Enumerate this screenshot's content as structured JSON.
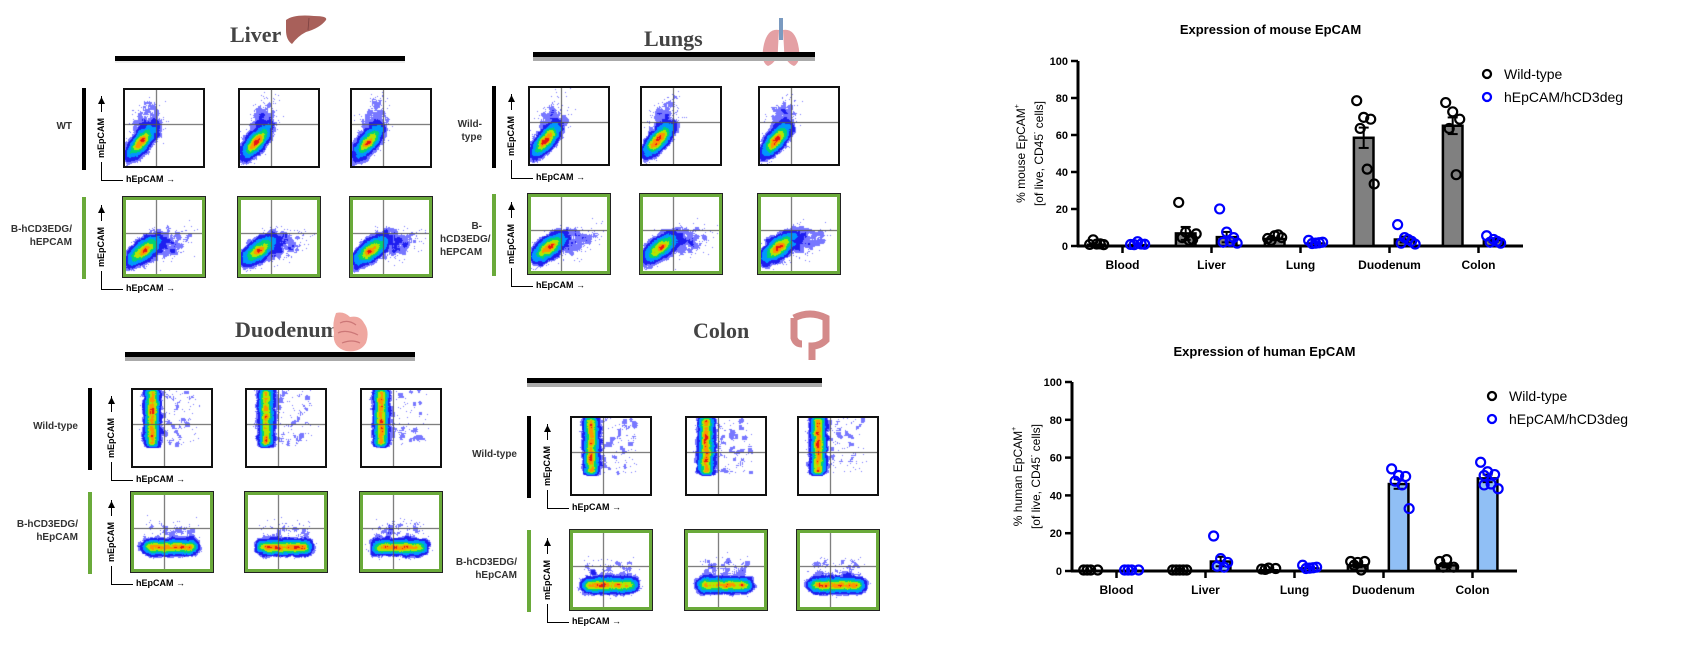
{
  "flow_panels": [
    {
      "organ": "Liver",
      "row_labels": [
        "WT",
        "B-hCD3EDG/\nhEPCAM"
      ],
      "x_axis": "hEpCAM",
      "y_axis": "mEpCAM",
      "pattern": "diag"
    },
    {
      "organ": "Lungs",
      "row_labels": [
        "Wild-type",
        "B-hCD3EDG/\nhEPCAM"
      ],
      "x_axis": "hEpCAM",
      "y_axis": "mEpCAM",
      "pattern": "diag"
    },
    {
      "organ": "Duodenum",
      "row_labels": [
        "Wild-type",
        "B-hCD3EDG/\nhEpCAM"
      ],
      "x_axis": "hEpCAM",
      "y_axis": "mEpCAM",
      "pattern": "vert_horiz"
    },
    {
      "organ": "Colon",
      "row_labels": [
        "Wild-type",
        "B-hCD3EDG/\nhEpCAM"
      ],
      "x_axis": "hEpCAM",
      "y_axis": "mEpCAM",
      "pattern": "vert_horiz"
    }
  ],
  "legend": [
    {
      "label": "Wild-type",
      "color": "#000000"
    },
    {
      "label": "hEpCAM/hCD3deg",
      "color": "#0000ff"
    }
  ],
  "chart_data": [
    {
      "type": "bar",
      "title": "Expression of mouse EpCAM",
      "ylabel_line1": "% mouse EpCAM",
      "ylabel_sup": "+",
      "ylabel_line2_pre": "[of live, CD45",
      "ylabel_line2_sup": "-",
      "ylabel_line2_post": " cells]",
      "categories": [
        "Blood",
        "Liver",
        "Lung",
        "Duodenum",
        "Colon"
      ],
      "ylim": [
        0,
        100
      ],
      "yticks": [
        0,
        20,
        40,
        60,
        80,
        100
      ],
      "bar_fill": "#808080",
      "series": [
        {
          "name": "Wild-type",
          "color": "#000000",
          "fill": "#808080",
          "means": [
            0.8,
            6.8,
            3.8,
            58.5,
            65
          ],
          "sem": [
            0.5,
            3.5,
            0.6,
            5.5,
            4.5
          ],
          "points": [
            [
              0.3,
              0.5,
              0.2,
              2.8,
              0.6
            ],
            [
              23,
              7,
              3,
              4,
              2.5,
              6
            ],
            [
              3.5,
              5,
              4,
              2.5,
              5.5
            ],
            [
              78,
              69,
              68,
              63,
              41,
              33
            ],
            [
              77,
              72,
              68,
              63,
              38
            ]
          ]
        },
        {
          "name": "hEpCAM/hCD3deg",
          "color": "#0000ff",
          "fill": "#808080",
          "means": [
            0.6,
            4.8,
            1.5,
            3.5,
            3.2
          ],
          "sem": [
            0.3,
            2.8,
            0.4,
            1.6,
            1
          ],
          "points": [
            [
              0.3,
              1.8,
              0.4,
              0.2,
              0.5
            ],
            [
              19.5,
              7,
              4,
              1.5,
              2,
              1
            ],
            [
              2.5,
              1,
              1.5,
              0.8,
              1.2
            ],
            [
              11,
              4,
              2,
              1,
              3,
              0.5
            ],
            [
              5,
              3,
              1,
              1.5,
              2
            ]
          ]
        }
      ]
    },
    {
      "type": "bar",
      "title": "Expression of human EpCAM",
      "ylabel_line1": "% human EpCAM",
      "ylabel_sup": "+",
      "ylabel_line2_pre": "[of live, CD45",
      "ylabel_line2_sup": "-",
      "ylabel_line2_post": " cells]",
      "categories": [
        "Blood",
        "Liver",
        "Lung",
        "Duodenum",
        "Colon"
      ],
      "ylim": [
        0,
        100
      ],
      "yticks": [
        0,
        20,
        40,
        60,
        80,
        100
      ],
      "series": [
        {
          "name": "Wild-type",
          "color": "#000000",
          "fill": "#808080",
          "means": [
            0.1,
            0.1,
            0.5,
            3,
            3
          ],
          "sem": [
            0.1,
            0.1,
            0.2,
            1,
            1
          ],
          "points": [
            [
              0,
              0,
              0,
              0
            ],
            [
              0,
              0,
              0,
              0,
              0
            ],
            [
              0.5,
              1,
              0.8,
              0.3
            ],
            [
              4.5,
              4,
              4.5,
              2.5,
              0
            ],
            [
              4.5,
              5.5,
              1.5,
              1.5
            ]
          ]
        },
        {
          "name": "hEpCAM/hCD3deg",
          "color": "#0000ff",
          "fill": "#90bff5",
          "means": [
            0.1,
            5,
            1.5,
            46,
            49
          ],
          "sem": [
            0.1,
            2.5,
            0.5,
            2.5,
            2
          ],
          "points": [
            [
              0,
              0,
              0,
              0
            ],
            [
              18,
              6,
              4,
              2,
              1.5
            ],
            [
              2.5,
              1,
              1.5,
              0.8,
              1.2
            ],
            [
              53.5,
              50,
              49.5,
              47,
              45,
              32.5
            ],
            [
              57,
              52,
              50.5,
              50,
              45.5,
              43,
              45
            ]
          ]
        }
      ]
    }
  ]
}
